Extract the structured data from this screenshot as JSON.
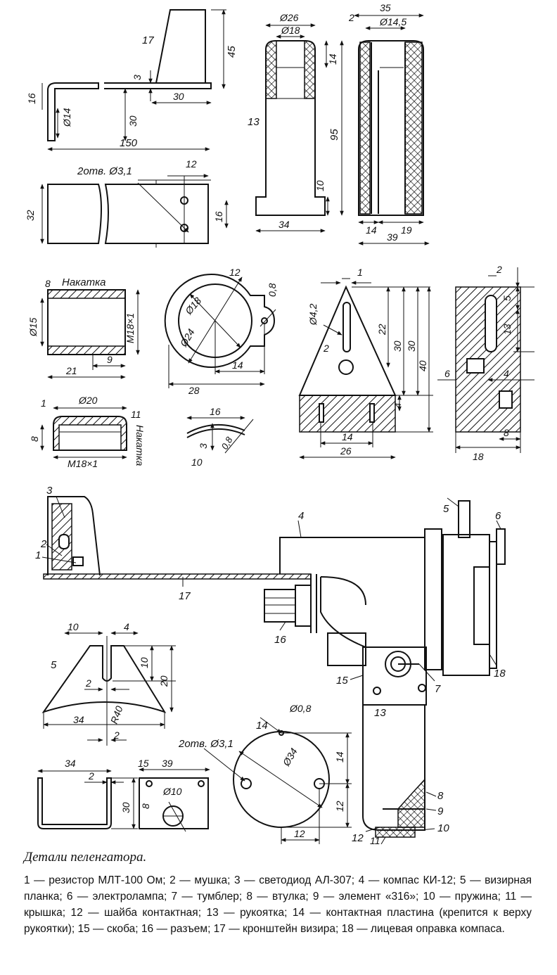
{
  "figure": {
    "caption": "Детали пеленгатора.",
    "legend": "1 — резистор МЛТ-100 Ом; 2 — мушка; 3 — светодиод АЛ-307; 4 — компас КИ-12; 5 — визирная планка; 6 — электролампа; 7 — тумблер; 8 — втулка; 9 — элемент «316»; 10 — пружина; 11 — крышка; 12 — шайба контактная; 13 — рукоятка; 14 — контактная пластина (крепится к верху рукоятки); 15 — скоба; 16 — разъем; 17 — кронштейн визира; 18 — лицевая оправка компаса."
  },
  "labels": {
    "p17": {
      "num": "17",
      "d45": "45",
      "d3": "3",
      "d16": "16",
      "dia14": "Ø14",
      "d30a": "30",
      "d30b": "30",
      "d150": "150",
      "holes": "2отв. Ø3,1",
      "d12": "12",
      "d32": "32",
      "d16b": "16"
    },
    "p13": {
      "dia26": "Ø26",
      "dia18": "Ø18",
      "d14": "14",
      "num": "13",
      "d95": "95",
      "d10": "10",
      "d34": "34"
    },
    "p13s": {
      "d2": "2",
      "d35": "35",
      "dia145": "Ø14,5",
      "d14": "14",
      "d19": "19",
      "d39": "39"
    },
    "p8": {
      "num": "8",
      "knurl": "Накатка",
      "dia15": "Ø15",
      "thread": "M18×1",
      "d21": "21",
      "d9": "9"
    },
    "p11": {
      "d1": "1",
      "dia20": "Ø20",
      "num": "11",
      "d8": "8",
      "thread": "M18×1",
      "knurl": "Накатка"
    },
    "p12": {
      "num": "12",
      "dia18": "Ø18",
      "dia24": "Ø24",
      "d08": "0,8",
      "d14": "14",
      "d28": "28"
    },
    "p10": {
      "d16": "16",
      "d3": "3",
      "d08": "0,8",
      "num": "10"
    },
    "p2": {
      "d1": "1",
      "dia42": "Ø4,2",
      "num": "2",
      "d22": "22",
      "d30a": "30",
      "d30b": "30",
      "d40": "40",
      "d4": "4",
      "d14": "14",
      "d26": "26"
    },
    "p3": {
      "d2": "2",
      "d5": "5",
      "d13": "13",
      "d6": "6",
      "d4": "4",
      "d18": "18",
      "d8": "8"
    },
    "assembly": {
      "n3": "3",
      "n2": "2",
      "n1": "1",
      "n4": "4",
      "n5": "5",
      "n6": "6",
      "n17": "17",
      "n16": "16",
      "n15": "15",
      "n7": "7",
      "n18": "18",
      "n13": "13",
      "n8": "8",
      "n9": "9",
      "n10": "10",
      "n12": "12",
      "n11": "11"
    },
    "p5": {
      "d10a": "10",
      "d4": "4",
      "num": "5",
      "d10b": "10",
      "d20": "20",
      "d2a": "2",
      "d34": "34",
      "r40": "R40",
      "d2b": "2"
    },
    "p14": {
      "num": "14",
      "dia08": "Ø0,8",
      "holes": "2отв. Ø3,1",
      "dia34": "Ø34",
      "d14": "14",
      "d12a": "12",
      "d12b": "12"
    },
    "p15": {
      "d34": "34",
      "d2": "2",
      "d30": "30",
      "num": "15",
      "d39": "39",
      "dia10": "Ø10",
      "d8": "8"
    }
  }
}
